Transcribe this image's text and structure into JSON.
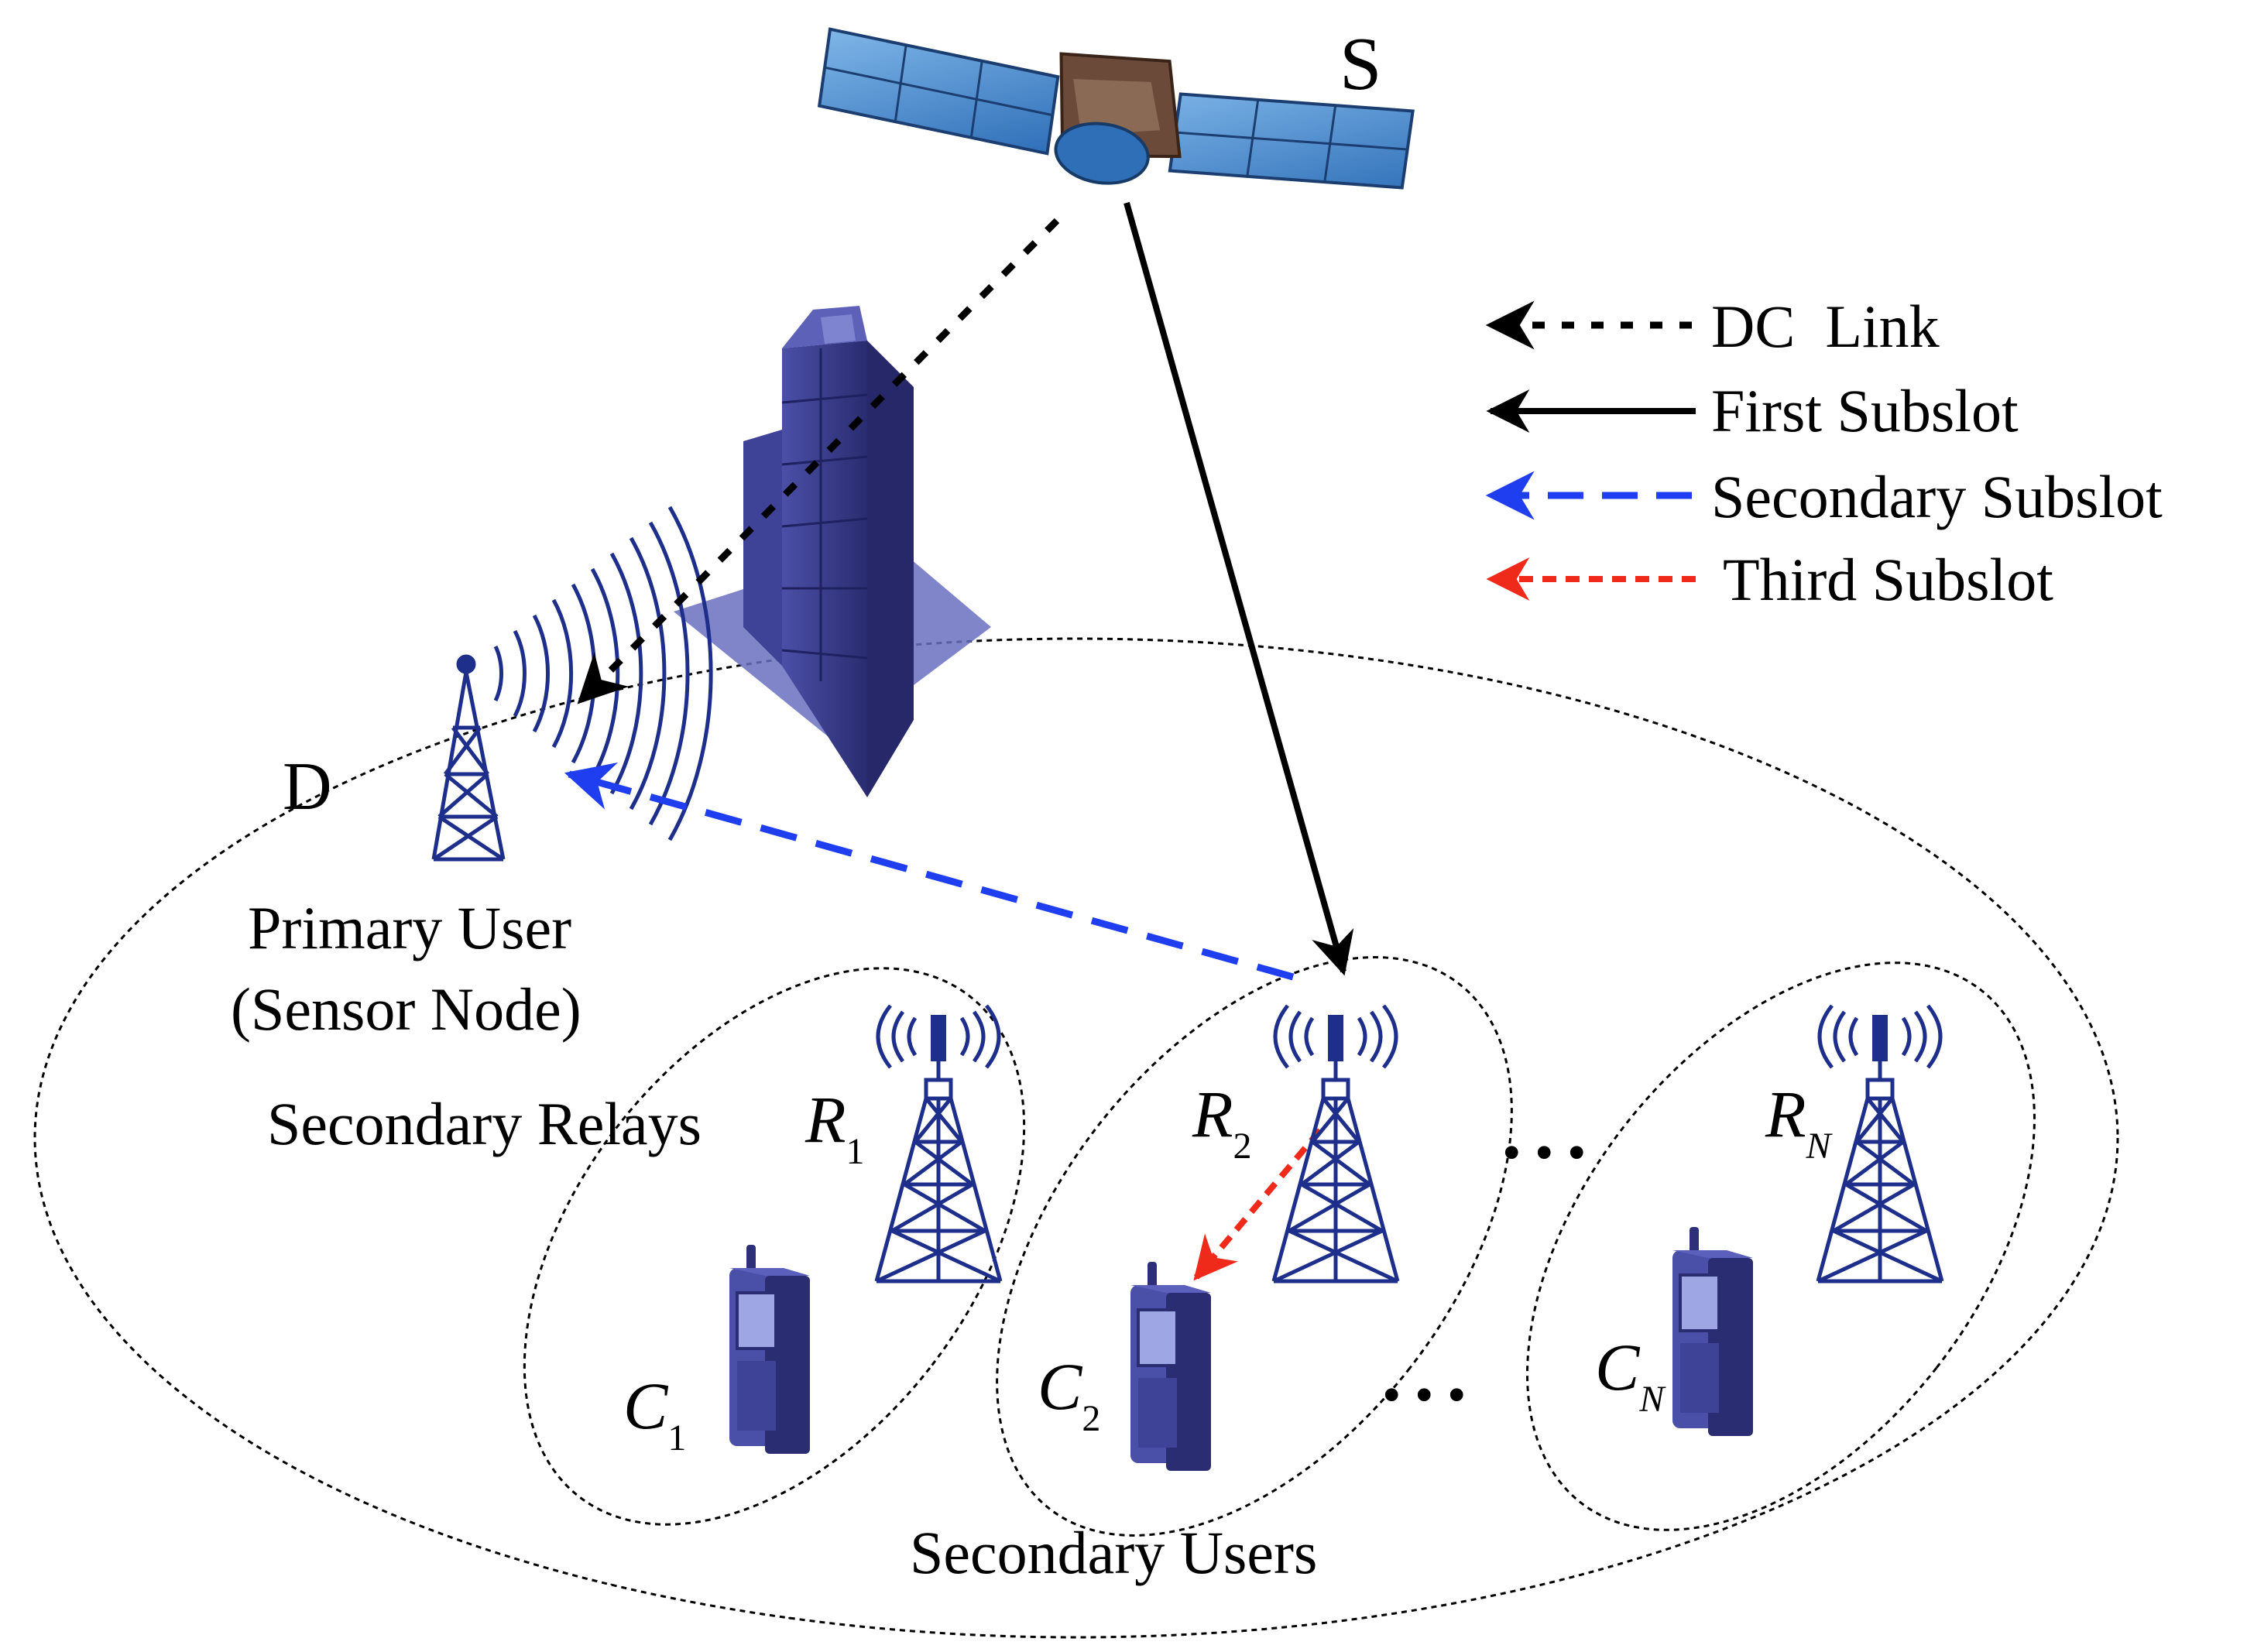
{
  "nodes": {
    "satellite": "S",
    "destination": "D",
    "primary_user_line1": "Primary User",
    "primary_user_line2": "(Sensor Node)",
    "relays_group_label": "Secondary Relays",
    "users_group_label": "Secondary Users"
  },
  "relays": [
    {
      "base": "R",
      "sub": "1"
    },
    {
      "base": "R",
      "sub": "2"
    },
    {
      "base": "R",
      "sub": "N"
    }
  ],
  "users": [
    {
      "base": "C",
      "sub": "1"
    },
    {
      "base": "C",
      "sub": "2"
    },
    {
      "base": "C",
      "sub": "N"
    }
  ],
  "ellipsis": "• • •",
  "legend": [
    {
      "label": "DC  Link",
      "color": "#000000",
      "style": "dotted"
    },
    {
      "label": "First Subslot",
      "color": "#000000",
      "style": "solid"
    },
    {
      "label": "Secondary Subslot",
      "color": "#1e3ef0",
      "style": "dashed"
    },
    {
      "label": "Third Subslot",
      "color": "#f02a1a",
      "style": "dashed"
    }
  ],
  "colors": {
    "device": "#3b3f8f",
    "device_light": "#6a6fc0",
    "tower": "#1d2f8a",
    "blue_link": "#1e3ef0",
    "red_link": "#f02a1a"
  }
}
